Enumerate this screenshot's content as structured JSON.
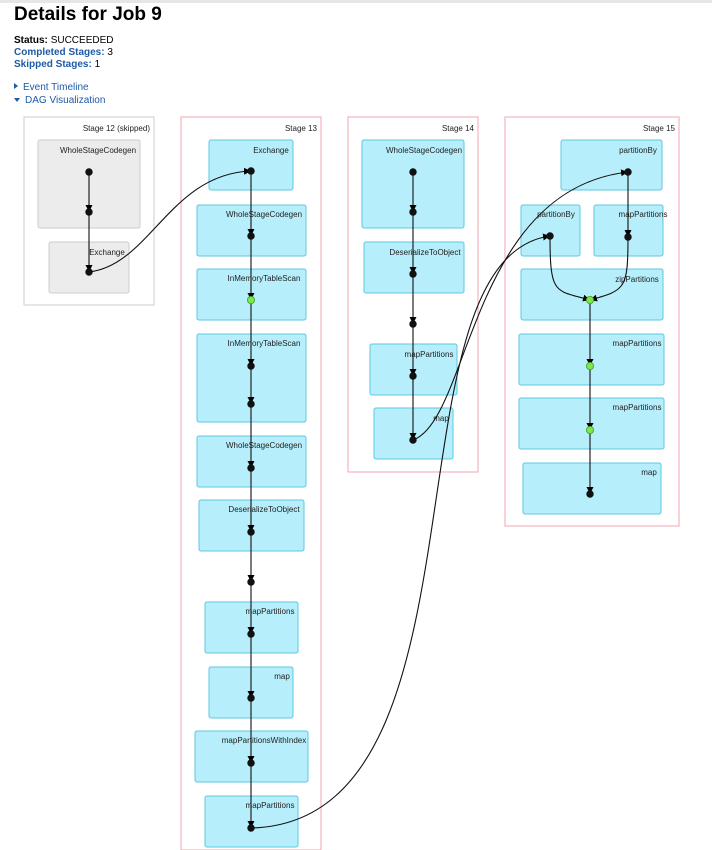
{
  "page": {
    "title": "Details for Job 9",
    "status_label": "Status:",
    "status_value": "SUCCEEDED",
    "completed_label": "Completed Stages:",
    "completed_value": "3",
    "skipped_label": "Skipped Stages:",
    "skipped_value": "1",
    "event_timeline": "Event Timeline",
    "dag_visualization": "DAG Visualization"
  },
  "colors": {
    "skipped_fill": "#ececec",
    "skipped_stroke": "#cccccc",
    "node_fill": "#b6eefb",
    "node_stroke": "#5cc8e0",
    "stage_stroke": "#f0a5ad",
    "link": "#1f5aa6",
    "cached_dot": "#7ee84b"
  },
  "dag": {
    "stages": [
      {
        "label": "Stage 12 (skipped)",
        "skipped": true,
        "nodes": [
          {
            "label": "WholeStageCodegen"
          },
          {
            "label": "Exchange"
          }
        ]
      },
      {
        "label": "Stage 13",
        "skipped": false,
        "nodes": [
          {
            "label": "Exchange"
          },
          {
            "label": "WholeStageCodegen"
          },
          {
            "label": "InMemoryTableScan"
          },
          {
            "label": "InMemoryTableScan"
          },
          {
            "label": "WholeStageCodegen"
          },
          {
            "label": "DeserializeToObject"
          },
          {
            "label": "mapPartitions"
          },
          {
            "label": "map"
          },
          {
            "label": "mapPartitionsWithIndex"
          },
          {
            "label": "mapPartitions"
          }
        ]
      },
      {
        "label": "Stage 14",
        "skipped": false,
        "nodes": [
          {
            "label": "WholeStageCodegen"
          },
          {
            "label": "DeserializeToObject"
          },
          {
            "label": "mapPartitions"
          },
          {
            "label": "map"
          }
        ]
      },
      {
        "label": "Stage 15",
        "skipped": false,
        "nodes": [
          {
            "label": "partitionBy"
          },
          {
            "label": "partitionBy"
          },
          {
            "label": "mapPartitions"
          },
          {
            "label": "zipPartitions"
          },
          {
            "label": "mapPartitions"
          },
          {
            "label": "mapPartitions"
          },
          {
            "label": "map"
          }
        ]
      }
    ]
  }
}
